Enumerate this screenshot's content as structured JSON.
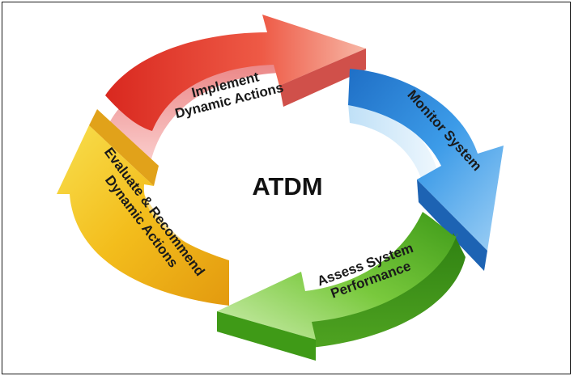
{
  "diagram": {
    "center_label": "ATDM",
    "steps": [
      {
        "line1": "Implement",
        "line2": "Dynamic Actions",
        "color": "#e8352a"
      },
      {
        "line1": "Monitor System",
        "line2": "",
        "color": "#2f86d6"
      },
      {
        "line1": "Assess System",
        "line2": "Performance",
        "color": "#5bb52c"
      },
      {
        "line1": "Evaluate & Recommend",
        "line2": "Dynamic Actions",
        "color": "#f2bb1a"
      }
    ]
  }
}
